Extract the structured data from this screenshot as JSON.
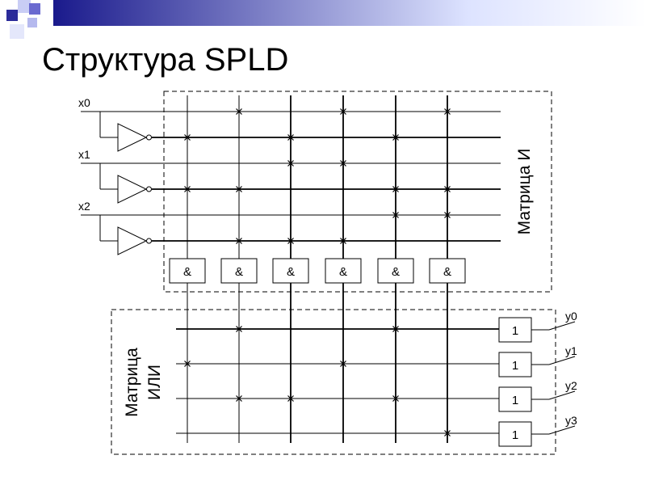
{
  "title": "Структура SPLD",
  "inputs": [
    "x0",
    "x1",
    "x2"
  ],
  "outputs": [
    "y0",
    "y1",
    "y2",
    "y3"
  ],
  "and_matrix_label": "Матрица И",
  "or_matrix_label_line1": "Матрица",
  "or_matrix_label_line2": "ИЛИ",
  "and_gate_symbol": "&",
  "or_gate_symbol": "1",
  "and_gate_count": 6,
  "and_connections": [
    [
      1,
      3,
      5
    ],
    [
      0,
      2,
      4
    ],
    [
      2,
      3
    ],
    [
      0,
      1,
      4,
      5
    ],
    [
      4,
      5
    ],
    [
      1,
      2,
      3
    ]
  ],
  "or_connections": [
    [
      1,
      4
    ],
    [
      0,
      3
    ],
    [
      1,
      2,
      4
    ],
    [
      5
    ]
  ],
  "colors": {
    "header_dark": "#1a1a8c",
    "header_light": "#dde3ff",
    "line": "#000000"
  }
}
